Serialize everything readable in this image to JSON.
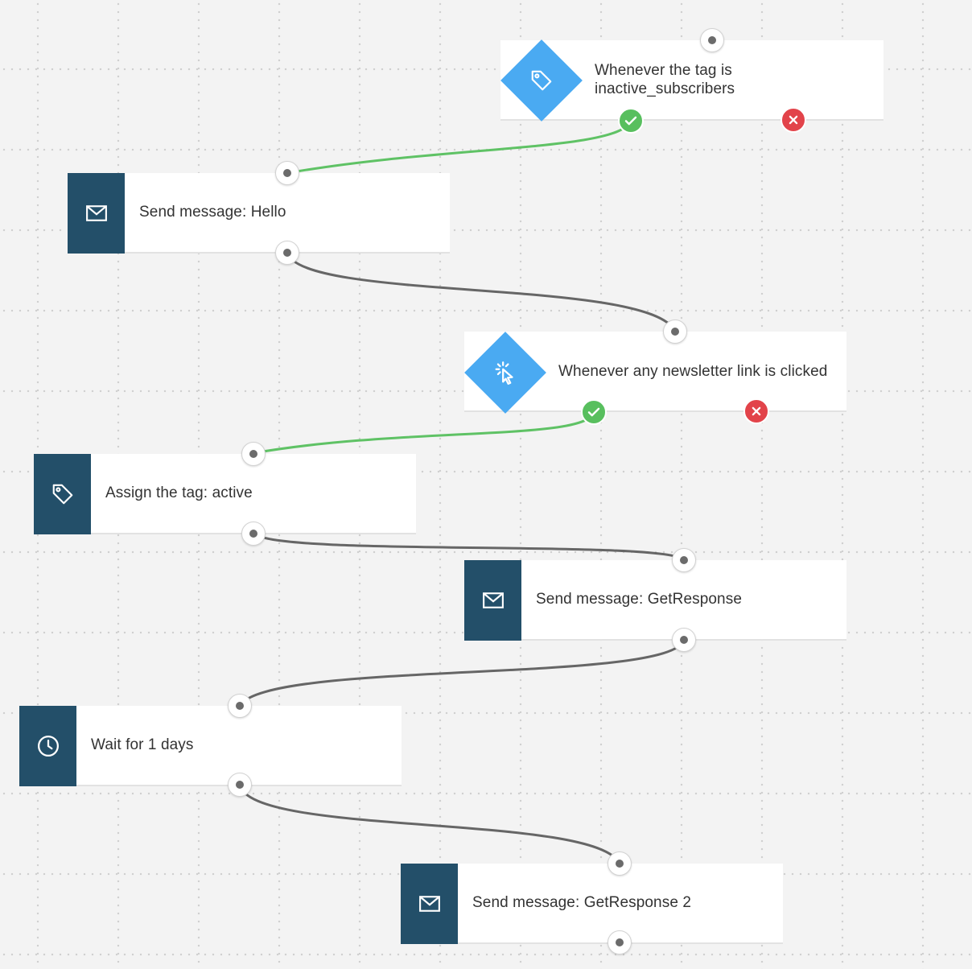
{
  "conditions": [
    {
      "id": "tag-condition",
      "label": "Whenever the tag is inactive_subscribers",
      "icon": "tag-icon"
    },
    {
      "id": "link-condition",
      "label": "Whenever any newsletter link is clicked",
      "icon": "cursor-click-icon"
    }
  ],
  "actions": [
    {
      "id": "send-hello",
      "label": "Send message: Hello",
      "icon": "envelope-icon"
    },
    {
      "id": "assign-tag",
      "label": "Assign the tag: active",
      "icon": "tag-icon"
    },
    {
      "id": "send-getresponse",
      "label": "Send message: GetResponse",
      "icon": "envelope-icon"
    },
    {
      "id": "wait",
      "label": "Wait for 1 days",
      "icon": "clock-icon"
    },
    {
      "id": "send-getresponse-2",
      "label": "Send message: GetResponse 2",
      "icon": "envelope-icon"
    }
  ],
  "colors": {
    "action_sidebar": "#234f69",
    "condition_diamond": "#4aaaf2",
    "yes_branch": "#58bf5e",
    "no_branch": "#e2434a",
    "connector": "#6b6b6b"
  }
}
